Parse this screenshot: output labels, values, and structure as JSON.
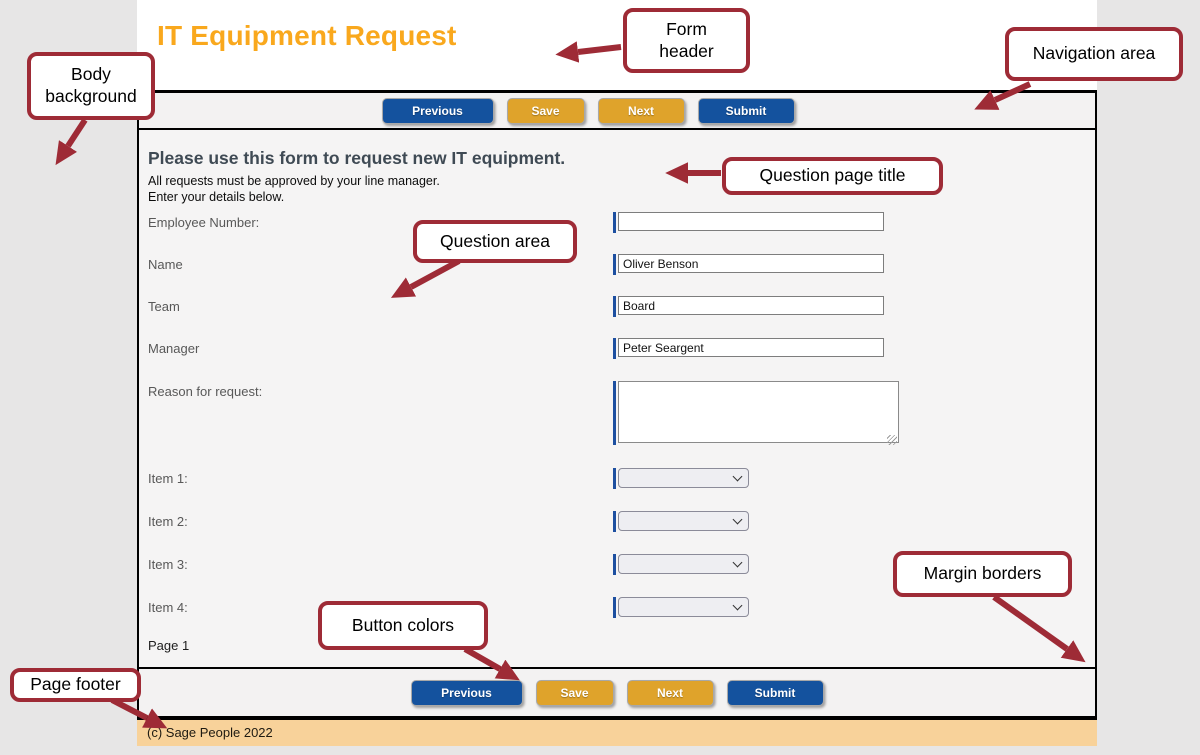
{
  "header": {
    "title": "IT Equipment Request"
  },
  "navigation": {
    "buttons": [
      {
        "label": "Previous",
        "color": "blue"
      },
      {
        "label": "Save",
        "color": "gold"
      },
      {
        "label": "Next",
        "color": "gold"
      },
      {
        "label": "Submit",
        "color": "blue"
      }
    ]
  },
  "question_page": {
    "title": "Please use this form to request new IT equipment.",
    "subtitle_lines": [
      "All requests must be approved by your line manager.",
      "Enter your details below."
    ],
    "fields": [
      {
        "label": "Employee Number:",
        "type": "text",
        "value": ""
      },
      {
        "label": "Name",
        "type": "text",
        "value": "Oliver Benson"
      },
      {
        "label": "Team",
        "type": "text",
        "value": "Board"
      },
      {
        "label": "Manager",
        "type": "text",
        "value": "Peter Seargent"
      },
      {
        "label": "Reason for request:",
        "type": "textarea",
        "value": ""
      },
      {
        "label": "Item 1:",
        "type": "select",
        "value": ""
      },
      {
        "label": "Item 2:",
        "type": "select",
        "value": ""
      },
      {
        "label": "Item 3:",
        "type": "select",
        "value": ""
      },
      {
        "label": "Item 4:",
        "type": "select",
        "value": ""
      }
    ],
    "page_indicator": "Page 1"
  },
  "footer": {
    "text": "(c) Sage People 2022"
  },
  "annotations": {
    "body_background": {
      "label": "Body background"
    },
    "form_header": {
      "label": "Form header"
    },
    "navigation_area": {
      "label": "Navigation area"
    },
    "question_page_title": {
      "label": "Question page title"
    },
    "question_area": {
      "label": "Question area"
    },
    "margin_borders": {
      "label": "Margin borders"
    },
    "button_colors": {
      "label": "Button colors"
    },
    "page_footer": {
      "label": "Page footer"
    }
  },
  "colors": {
    "body_background": "#e7e6e6",
    "header_orange": "#f9a81d",
    "button_blue": "#14529e",
    "button_gold": "#dfa32b",
    "field_accent_blue": "#1d4fa0",
    "footer_background": "#f8d29a",
    "annotation_red": "#9e2b36"
  }
}
